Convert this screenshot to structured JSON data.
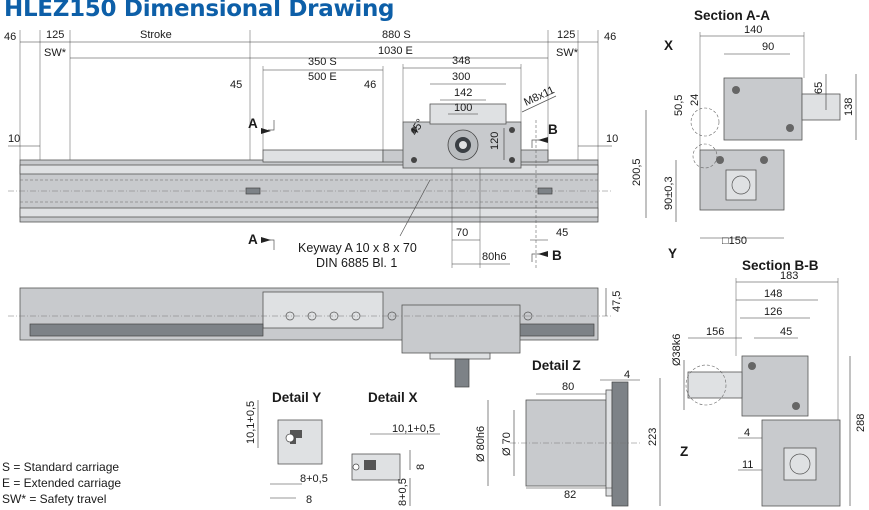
{
  "title": "HLEZ150 Dimensional Drawing",
  "sections": {
    "section_aa": "Section A-A",
    "section_bb": "Section B-B",
    "detail_y": "Detail Y",
    "detail_x": "Detail X",
    "detail_z": "Detail Z",
    "marker_a": "A",
    "marker_b": "B",
    "marker_x": "X",
    "marker_y": "Y",
    "marker_z": "Z"
  },
  "legend": {
    "s": "S = Standard carriage",
    "e": "E = Extended carriage",
    "sw": "SW* = Safety travel"
  },
  "keyway": {
    "line1": "Keyway A 10 x 8 x 70",
    "line2": "DIN 6885 Bl. 1"
  },
  "dims_top": {
    "d46_left": "46",
    "d125_left": "125",
    "sw_left": "SW*",
    "stroke": "Stroke",
    "d880s": "880 S",
    "d1030e": "1030 E",
    "d125_right": "125",
    "sw_right": "SW*",
    "d46_right": "46",
    "d350s": "350 S",
    "d500e": "500 E",
    "d45": "45",
    "d46_mid": "46",
    "d348": "348",
    "d300": "300",
    "d142": "142",
    "d100": "100",
    "m8": "M8x11",
    "d120": "120",
    "deg45": "45°",
    "d10_left": "10",
    "d10_right": "10",
    "d70": "70",
    "d80h6": "80h6",
    "d45_low": "45",
    "d47_5": "47,5"
  },
  "dims_aa": {
    "d140": "140",
    "d90": "90",
    "d65": "65",
    "d138": "138",
    "d50_5": "50,5",
    "d24": "24",
    "d200_5": "200,5",
    "d90_3": "90±0,3",
    "d150": "□150"
  },
  "dims_bb": {
    "d183": "183",
    "d148": "148",
    "d126": "126",
    "d156": "156",
    "d45": "45",
    "d38k6": "Ø38k6",
    "d223": "223",
    "d288": "288",
    "d4": "4",
    "d11": "11"
  },
  "dims_z": {
    "d80": "80",
    "d4": "4",
    "d80h6": "Ø 80h6",
    "d70": "Ø 70",
    "d82": "82"
  },
  "dims_y": {
    "d10_1": "10,1+0,5",
    "d8_05": "8+0,5",
    "d8": "8"
  },
  "dims_x": {
    "d10_1": "10,1+0,5",
    "d8": "8",
    "d8_05": "8+0,5"
  }
}
